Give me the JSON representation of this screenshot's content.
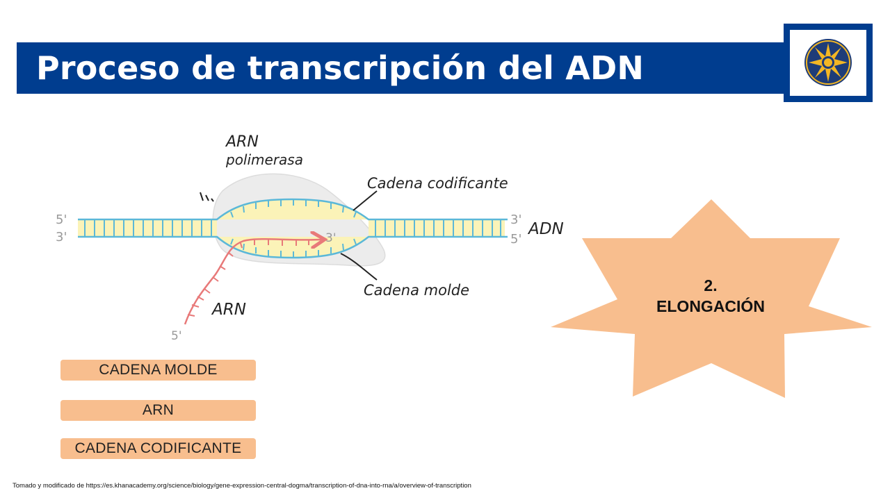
{
  "slide": {
    "title": "Proceso de transcripción del ADN",
    "logo_icon": "star-seal-logo-icon"
  },
  "diagram": {
    "label_polymerase_line1": "ARN",
    "label_polymerase_line2": "polimerasa",
    "label_coding_strand": "Cadena codificante",
    "label_template_strand": "Cadena molde",
    "label_dna": "ADN",
    "label_rna": "ARN",
    "left_top_end": "5'",
    "left_bottom_end": "3'",
    "right_top_end": "3'",
    "right_bottom_end": "5'",
    "rna_growing_end": "3'",
    "rna_start_end": "5'",
    "colors": {
      "coding_strand": "#5bb8d8",
      "template_strand": "#5bb8d8",
      "base_pair_fill": "#fbf3b8",
      "rna_strand": "#e87979",
      "polymerase": "#ececec"
    }
  },
  "buttons": {
    "template_strand": "CADENA MOLDE",
    "rna": "ARN",
    "coding_strand": "CADENA CODIFICANTE"
  },
  "stage": {
    "number": "2.",
    "name": "ELONGACIÓN",
    "color": "#f8be8e"
  },
  "footer": {
    "source": "Tomado y modificado de https://es.khanacademy.org/science/biology/gene-expression-central-dogma/transcription-of-dna-into-rna/a/overview-of-transcription"
  }
}
